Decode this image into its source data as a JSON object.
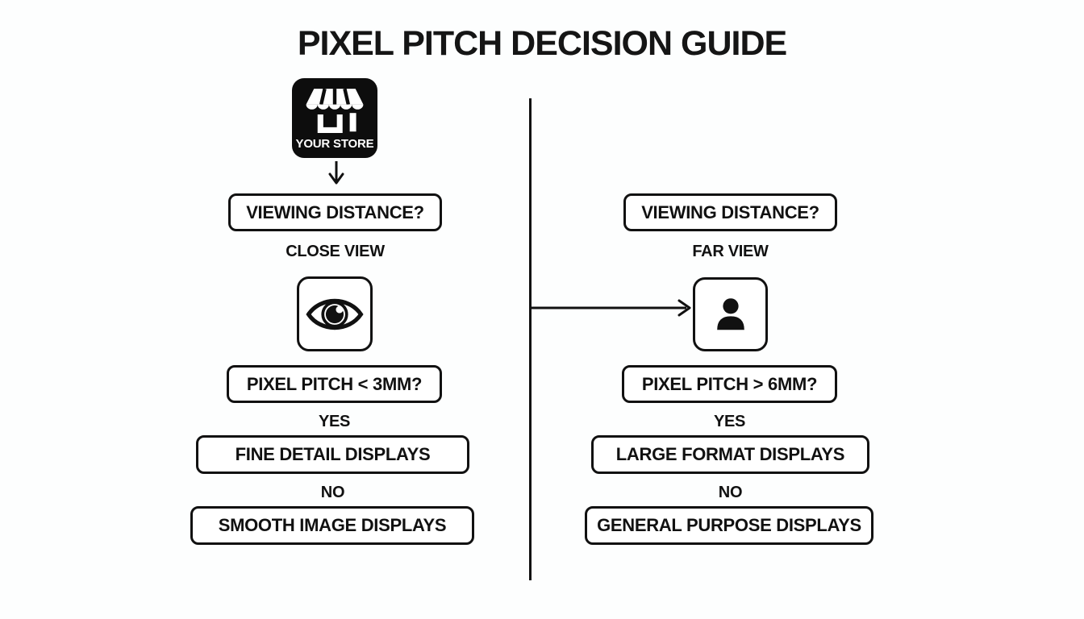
{
  "page": {
    "title": "PIXEL PITCH DECISION GUIDE"
  },
  "colors": {
    "ink": "#111111",
    "background": "#fdfefe",
    "node_fill": "#ffffff",
    "store_background": "#0d0d0d",
    "store_text": "#ffffff"
  },
  "store": {
    "label": "YOUR STORE",
    "icon": "storefront-icon"
  },
  "branches": {
    "left": {
      "question_distance": "VIEWING DISTANCE?",
      "distance_answer": "CLOSE VIEW",
      "icon": "eye-icon",
      "question_pitch": "PIXEL PITCH < 3MM?",
      "yes_label": "YES",
      "yes_result": "FINE DETAIL DISPLAYS",
      "no_label": "NO",
      "no_result": "SMOOTH IMAGE DISPLAYS"
    },
    "right": {
      "question_distance": "VIEWING DISTANCE?",
      "distance_answer": "FAR VIEW",
      "icon": "person-icon",
      "question_pitch": "PIXEL PITCH > 6MM?",
      "yes_label": "YES",
      "yes_result": "LARGE FORMAT DISPLAYS",
      "no_label": "NO",
      "no_result": "GENERAL PURPOSE DISPLAYS"
    }
  }
}
